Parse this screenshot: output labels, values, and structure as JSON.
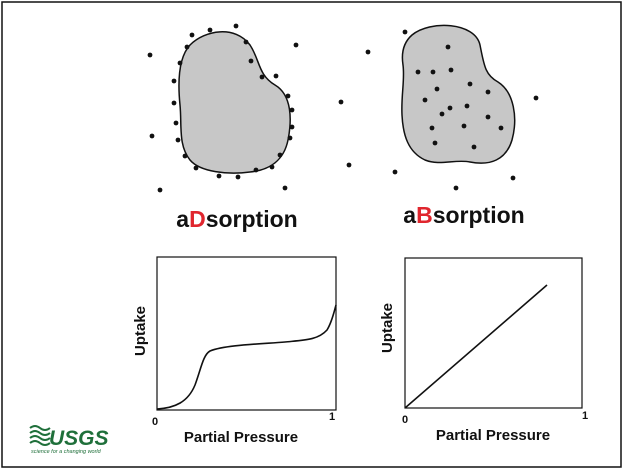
{
  "panels": [
    {
      "title_prefix": "a",
      "title_highlight": "D",
      "title_suffix": "sorption",
      "ylabel": "Uptake",
      "xlabel": "Partial Pressure",
      "x_min_label": "0",
      "x_max_label": "1"
    },
    {
      "title_prefix": "a",
      "title_highlight": "B",
      "title_suffix": "sorption",
      "ylabel": "Uptake",
      "xlabel": "Partial Pressure",
      "x_min_label": "0",
      "x_max_label": "1"
    }
  ],
  "logo": {
    "text": "USGS",
    "tagline": "science for a changing world"
  },
  "colors": {
    "highlight": "#e0262e",
    "blob_fill": "#c7c7c7",
    "dot": "#111111",
    "logo_green": "#1f6f3a"
  }
}
